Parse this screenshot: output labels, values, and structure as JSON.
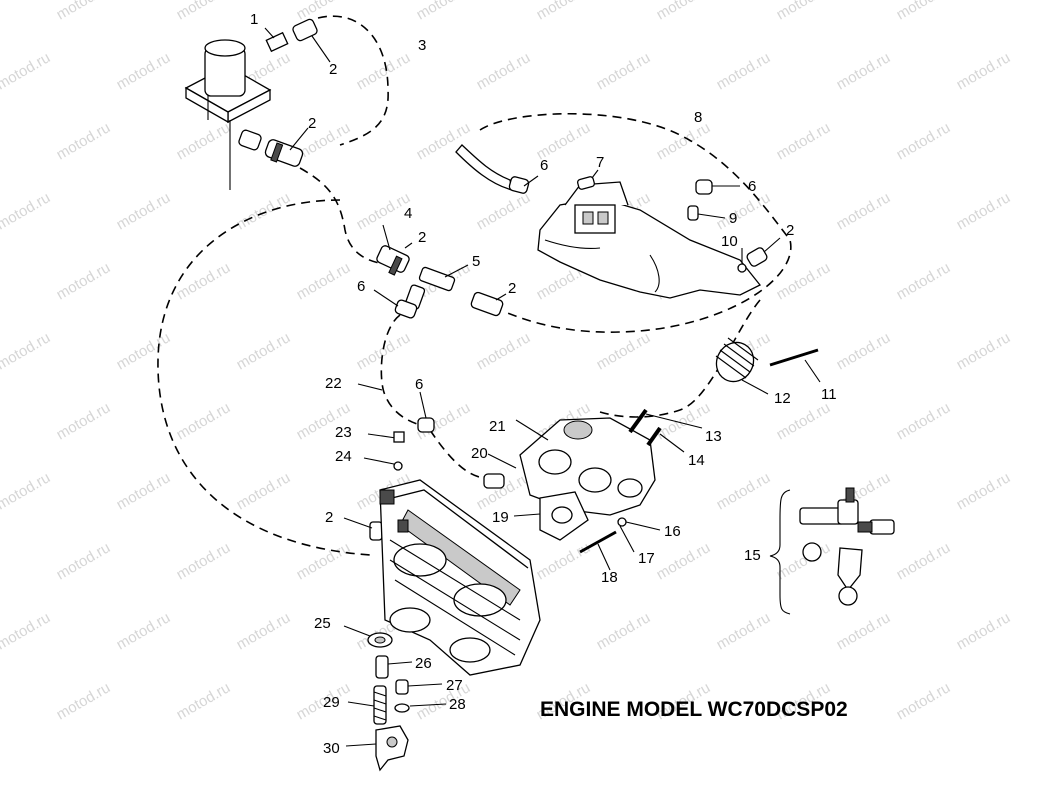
{
  "diagram": {
    "title": "ENGINE MODEL WC70DCSP02",
    "watermark": "motod.ru",
    "callouts": [
      "1",
      "2",
      "3",
      "4",
      "5",
      "6",
      "7",
      "8",
      "9",
      "10",
      "11",
      "12",
      "13",
      "14",
      "15",
      "16",
      "17",
      "18",
      "19",
      "20",
      "21",
      "22",
      "23",
      "24",
      "25",
      "26",
      "27",
      "28",
      "29",
      "30"
    ]
  }
}
